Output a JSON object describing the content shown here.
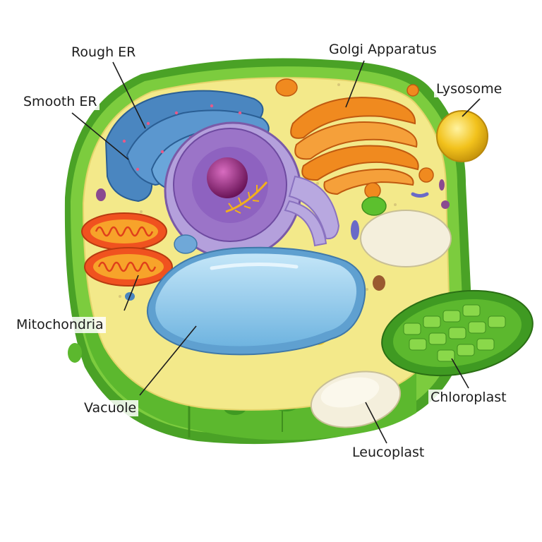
{
  "diagram": {
    "labels": {
      "rough_er": "Rough ER",
      "smooth_er": "Smooth ER",
      "golgi": "Golgi Apparatus",
      "lysosome": "Lysosome",
      "mitochondria": "Mitochondria",
      "vacuole": "Vacuole",
      "chloroplast": "Chloroplast",
      "leucoplast": "Leucoplast"
    },
    "colors": {
      "cell_wall": "#5cb82e",
      "cytoplasm": "#f3e98a",
      "rough_er": "#4a86c0",
      "golgi": "#f08a1f",
      "nucleus": "#8e62c0",
      "nucleolus": "#8a1f6a",
      "mitochondria": "#f0521f",
      "vacuole": "#8ec8ea",
      "chloroplast": "#4aa828",
      "leucoplast": "#f4efdc",
      "lysosome": "#f2c21c"
    }
  }
}
